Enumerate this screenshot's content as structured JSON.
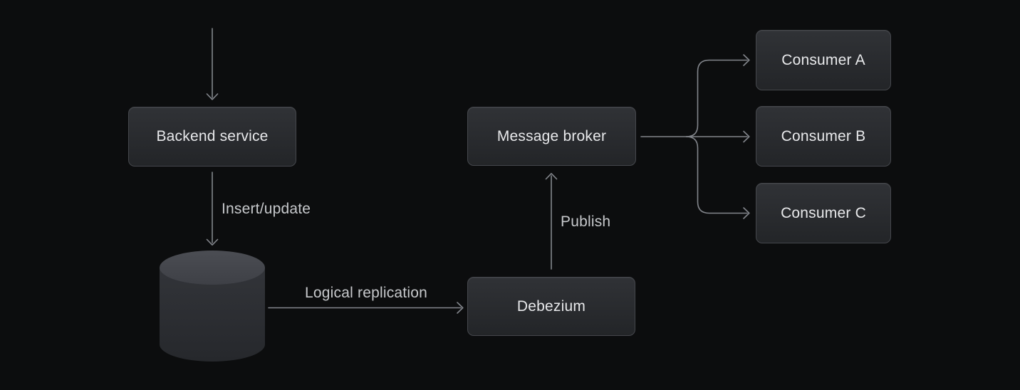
{
  "diagram": {
    "nodes": {
      "backend": {
        "label": "Backend service"
      },
      "database": {
        "shape": "cylinder"
      },
      "message_broker": {
        "label": "Message broker"
      },
      "debezium": {
        "label": "Debezium"
      },
      "consumer_a": {
        "label": "Consumer A"
      },
      "consumer_b": {
        "label": "Consumer B"
      },
      "consumer_c": {
        "label": "Consumer C"
      }
    },
    "edge_labels": {
      "insert_update": "Insert/update",
      "logical_replication": "Logical replication",
      "publish": "Publish"
    }
  },
  "colors": {
    "background": "#0c0d0e",
    "node_fill_top": "#303236",
    "node_fill_bottom": "#232528",
    "node_border": "#45474c",
    "node_text": "#e8e9eb",
    "edge_line": "#83868c",
    "edge_label": "#c7c9cc",
    "cylinder_top_light": "#4b4d53",
    "cylinder_top_dark": "#3e4046",
    "cylinder_body_light": "#323439",
    "cylinder_body_dark": "#26282c"
  }
}
